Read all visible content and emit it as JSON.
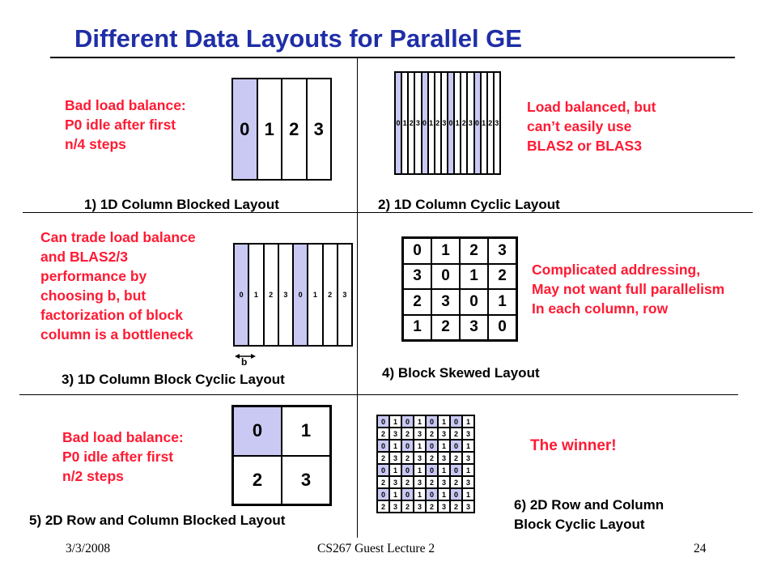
{
  "title": "Different Data Layouts for Parallel GE",
  "panels": {
    "p1": {
      "note": "Bad load balance:\nP0 idle after first\nn/4 steps",
      "caption": "1) 1D Column Blocked Layout",
      "labels": [
        "0",
        "1",
        "2",
        "3"
      ]
    },
    "p2": {
      "note": "Load balanced, but\ncan’t easily use\nBLAS2 or BLAS3",
      "caption": "2) 1D Column Cyclic Layout",
      "labels": [
        "0",
        "1",
        "2",
        "3",
        "0",
        "1",
        "2",
        "3",
        "0",
        "1",
        "2",
        "3",
        "0",
        "1",
        "2",
        "3"
      ]
    },
    "p3": {
      "note": "Can trade load balance\nand BLAS2/3\nperformance by\nchoosing b, but\nfactorization of block\ncolumn is a bottleneck",
      "caption": "3) 1D Column Block Cyclic Layout",
      "block_label": "b",
      "labels": [
        "0",
        "1",
        "2",
        "3",
        "0",
        "1",
        "2",
        "3"
      ]
    },
    "p4": {
      "note": "Complicated addressing,\nMay not want full parallelism\nIn each column, row",
      "caption": "4) Block Skewed Layout",
      "rows": [
        [
          "0",
          "1",
          "2",
          "3"
        ],
        [
          "3",
          "0",
          "1",
          "2"
        ],
        [
          "2",
          "3",
          "0",
          "1"
        ],
        [
          "1",
          "2",
          "3",
          "0"
        ]
      ]
    },
    "p5": {
      "note": "Bad load balance:\nP0 idle after first\nn/2 steps",
      "caption": "5) 2D Row and Column Blocked Layout",
      "cells": [
        "0",
        "1",
        "2",
        "3"
      ]
    },
    "p6": {
      "note": "The winner!",
      "caption": "6) 2D Row and Column\nBlock Cyclic Layout",
      "row_even": [
        "0",
        "1",
        "0",
        "1",
        "0",
        "1",
        "0",
        "1"
      ],
      "row_odd": [
        "2",
        "3",
        "2",
        "3",
        "2",
        "3",
        "2",
        "3"
      ]
    }
  },
  "footer": {
    "date": "3/3/2008",
    "course": "CS267 Guest Lecture 2",
    "page": "24"
  },
  "colors": {
    "title": "#1f2ea6",
    "note": "#ff1a33",
    "lavender": "#c9c9f4"
  }
}
